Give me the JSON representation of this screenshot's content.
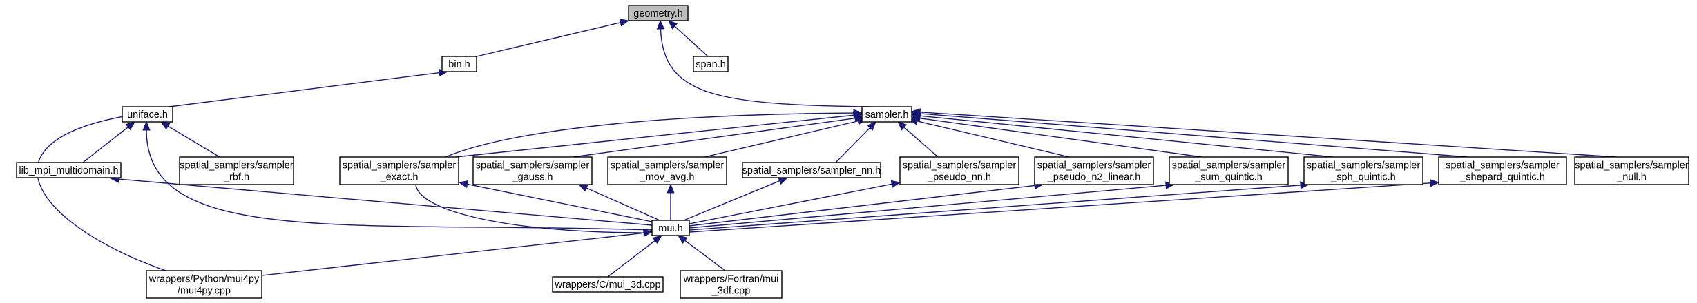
{
  "graph": {
    "nodes": [
      {
        "id": "geometry",
        "lines": [
          "geometry.h"
        ],
        "root": true
      },
      {
        "id": "bin",
        "lines": [
          "bin.h"
        ]
      },
      {
        "id": "span",
        "lines": [
          "span.h"
        ]
      },
      {
        "id": "uniface",
        "lines": [
          "uniface.h"
        ]
      },
      {
        "id": "sampler",
        "lines": [
          "sampler.h"
        ]
      },
      {
        "id": "lib_mpi",
        "lines": [
          "lib_mpi_multidomain.h"
        ]
      },
      {
        "id": "rbf",
        "lines": [
          "spatial_samplers/sampler",
          "_rbf.h"
        ]
      },
      {
        "id": "exact",
        "lines": [
          "spatial_samplers/sampler",
          "_exact.h"
        ]
      },
      {
        "id": "gauss",
        "lines": [
          "spatial_samplers/sampler",
          "_gauss.h"
        ]
      },
      {
        "id": "mov_avg",
        "lines": [
          "spatial_samplers/sampler",
          "_mov_avg.h"
        ]
      },
      {
        "id": "nn",
        "lines": [
          "spatial_samplers/sampler_nn.h"
        ]
      },
      {
        "id": "pseudo_nn",
        "lines": [
          "spatial_samplers/sampler",
          "_pseudo_nn.h"
        ]
      },
      {
        "id": "pseudo_n2",
        "lines": [
          "spatial_samplers/sampler",
          "_pseudo_n2_linear.h"
        ]
      },
      {
        "id": "sum_quintic",
        "lines": [
          "spatial_samplers/sampler",
          "_sum_quintic.h"
        ]
      },
      {
        "id": "sph_quintic",
        "lines": [
          "spatial_samplers/sampler",
          "_sph_quintic.h"
        ]
      },
      {
        "id": "shepard",
        "lines": [
          "spatial_samplers/sampler",
          "_shepard_quintic.h"
        ]
      },
      {
        "id": "null",
        "lines": [
          "spatial_samplers/sampler",
          "_null.h"
        ]
      },
      {
        "id": "mui",
        "lines": [
          "mui.h"
        ]
      },
      {
        "id": "muipy",
        "lines": [
          "wrappers/Python/mui4py",
          "/mui4py.cpp"
        ]
      },
      {
        "id": "c3d",
        "lines": [
          "wrappers/C/mui_3d.cpp"
        ]
      },
      {
        "id": "f3df",
        "lines": [
          "wrappers/Fortran/mui",
          "_3df.cpp"
        ]
      }
    ],
    "edges": [
      {
        "from": "bin",
        "to": "geometry"
      },
      {
        "from": "span",
        "to": "geometry"
      },
      {
        "from": "sampler",
        "to": "geometry"
      },
      {
        "from": "uniface",
        "to": "bin"
      },
      {
        "from": "lib_mpi",
        "to": "uniface"
      },
      {
        "from": "rbf",
        "to": "uniface"
      },
      {
        "from": "mui",
        "to": "uniface"
      },
      {
        "from": "muipy",
        "to": "uniface"
      },
      {
        "from": "exact",
        "to": "sampler"
      },
      {
        "from": "gauss",
        "to": "sampler"
      },
      {
        "from": "mov_avg",
        "to": "sampler"
      },
      {
        "from": "nn",
        "to": "sampler"
      },
      {
        "from": "pseudo_nn",
        "to": "sampler"
      },
      {
        "from": "pseudo_n2",
        "to": "sampler"
      },
      {
        "from": "sum_quintic",
        "to": "sampler"
      },
      {
        "from": "sph_quintic",
        "to": "sampler"
      },
      {
        "from": "shepard",
        "to": "sampler"
      },
      {
        "from": "null",
        "to": "sampler"
      },
      {
        "from": "mui",
        "to": "sampler"
      },
      {
        "from": "mui",
        "to": "lib_mpi"
      },
      {
        "from": "mui",
        "to": "exact"
      },
      {
        "from": "mui",
        "to": "gauss"
      },
      {
        "from": "mui",
        "to": "mov_avg"
      },
      {
        "from": "mui",
        "to": "nn"
      },
      {
        "from": "mui",
        "to": "pseudo_nn"
      },
      {
        "from": "mui",
        "to": "pseudo_n2"
      },
      {
        "from": "mui",
        "to": "sum_quintic"
      },
      {
        "from": "mui",
        "to": "sph_quintic"
      },
      {
        "from": "mui",
        "to": "shepard"
      },
      {
        "from": "muipy",
        "to": "mui"
      },
      {
        "from": "c3d",
        "to": "mui"
      },
      {
        "from": "f3df",
        "to": "mui"
      }
    ],
    "colors": {
      "edge": "#191970",
      "node_border": "#000000",
      "node_fill": "#ffffff",
      "root_fill": "#bfbfbf"
    }
  }
}
